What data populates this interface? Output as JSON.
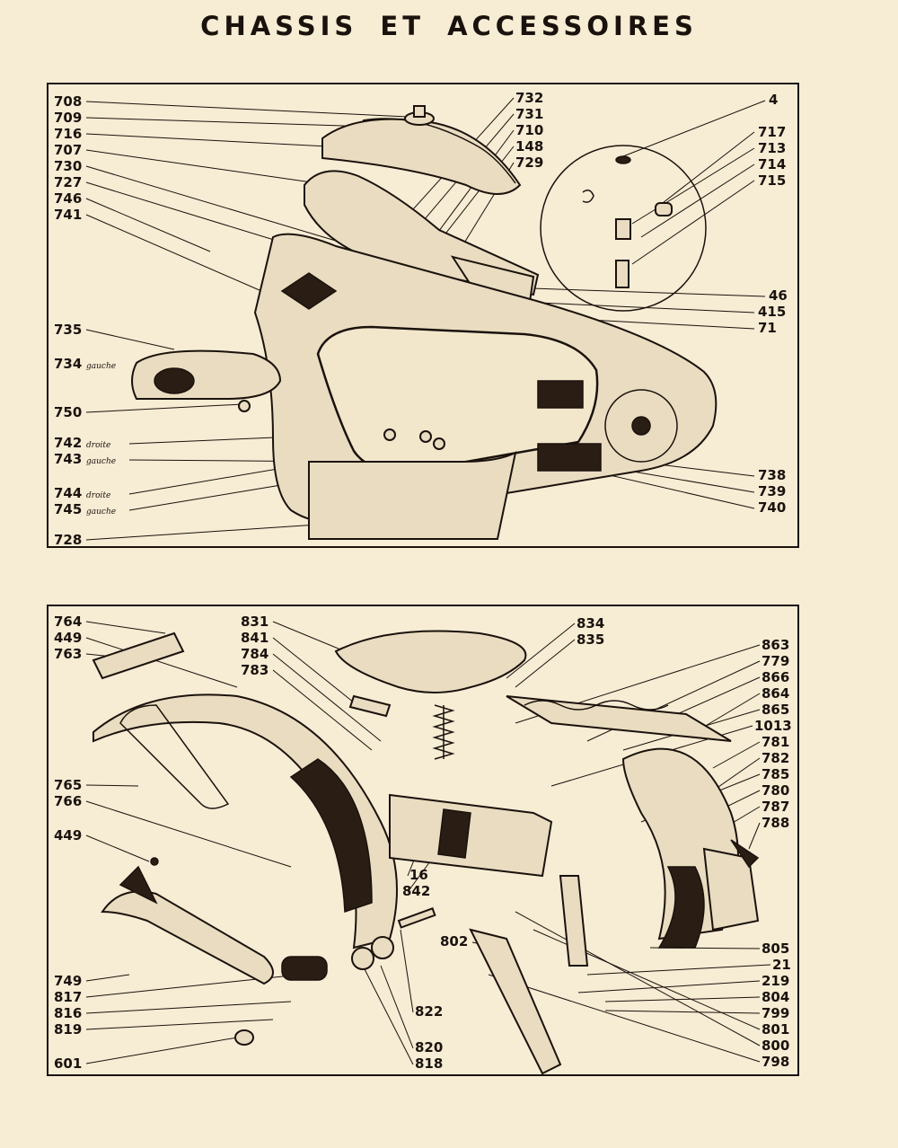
{
  "title": "CHASSIS ET ACCESSOIRES",
  "top": {
    "left_labels": [
      "708",
      "709",
      "716",
      "707",
      "730",
      "727",
      "746",
      "741",
      "735",
      "734",
      "750",
      "742",
      "743",
      "744",
      "745",
      "728"
    ],
    "left_subs": {
      "734": "gauche",
      "742": "droite",
      "743": "gauche",
      "744": "droite",
      "745": "gauche"
    },
    "center_labels": [
      "732",
      "731",
      "710",
      "148",
      "729"
    ],
    "right_labels": [
      "4",
      "717",
      "713",
      "714",
      "715",
      "46",
      "415",
      "71",
      "738",
      "739",
      "740"
    ]
  },
  "bottom": {
    "left_labels": [
      "764",
      "449",
      "763",
      "765",
      "766",
      "449",
      "749",
      "817",
      "816",
      "819",
      "601"
    ],
    "center_labels": [
      "831",
      "841",
      "784",
      "783",
      "834",
      "835",
      "16",
      "842",
      "802",
      "822",
      "820",
      "818"
    ],
    "right_labels": [
      "863",
      "779",
      "866",
      "864",
      "865",
      "1013",
      "781",
      "782",
      "785",
      "780",
      "787",
      "788",
      "805",
      "21",
      "219",
      "804",
      "799",
      "801",
      "800",
      "798"
    ]
  }
}
